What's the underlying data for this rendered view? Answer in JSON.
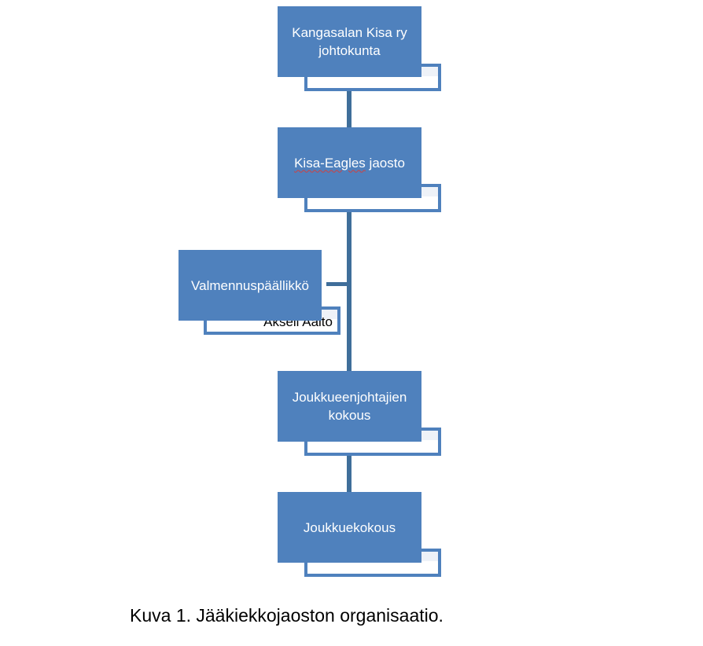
{
  "diagram": {
    "nodes": [
      {
        "id": "johtokunta",
        "label": "Kangasalan Kisa ry johtokunta",
        "sub_label": ""
      },
      {
        "id": "jaosto",
        "label_part1": "Kisa-Eagles",
        "label_part2": " jaosto",
        "sub_label": ""
      },
      {
        "id": "valmennus",
        "label": "Valmennuspäällikkö",
        "sub_label": "Akseli Aalto"
      },
      {
        "id": "joukkueenjohtajat",
        "label": "Joukkueenjohtajien kokous",
        "sub_label": ""
      },
      {
        "id": "joukkuekokous",
        "label": "Joukkuekokous",
        "sub_label": ""
      }
    ],
    "edges": [
      {
        "from": "johtokunta",
        "to": "jaosto"
      },
      {
        "from": "jaosto",
        "to": "joukkueenjohtajat"
      },
      {
        "from": "jaosto",
        "to": "valmennus"
      },
      {
        "from": "joukkueenjohtajat",
        "to": "joukkuekokous"
      }
    ]
  },
  "caption": "Kuva 1. Jääkiekkojaoston organisaatio.",
  "colors": {
    "node_fill": "#4f81bd",
    "connector": "#3f6e9a",
    "sub_fill": "#eef2f8"
  }
}
